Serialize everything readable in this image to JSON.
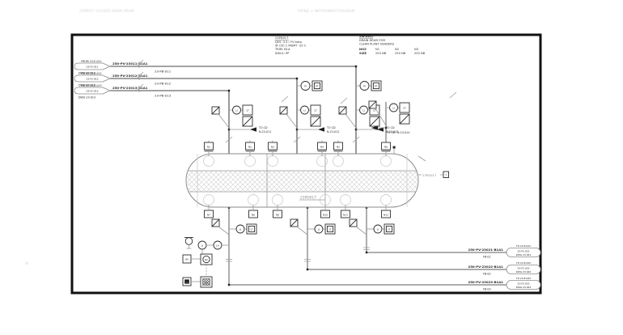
{
  "colors": {
    "paper": "#ffffff",
    "frame": "#111111",
    "pipe": "#474747",
    "vessel_outline": "#8a8a8a",
    "hatch": "#cfcfcf"
  },
  "ghost": {
    "left": "23PD017  CLOSED DRAIN DRUM",
    "center": "PIPING + INSTRUMENT DIAGRAM",
    "side": "W"
  },
  "notes": {
    "block1": {
      "lines": [
        "23PD017",
        "DES: 3.5 / FV barg",
        "@ 150 C  MDMT -29 C",
        "TRIM: B1A",
        "INSUL: PP"
      ]
    },
    "block2": {
      "title": "23PD017",
      "sub1": "DRAIN DRUM FOR",
      "sub2": "CLEAN PLANT HEADERS",
      "table": [
        [
          "NOZ",
          "N1",
          "N2",
          "N3"
        ],
        [
          "SIZE",
          "250 NB",
          "250 NB",
          "250 NB"
        ]
      ]
    }
  },
  "inlets": [
    {
      "above": "FROM 23-E-011",
      "flag": "23-FC-011",
      "below": "DWG 23-011",
      "line_no": "250-PV-23011-B1A1",
      "cls": "23-PB-011"
    },
    {
      "above": "FROM 23-E-012",
      "flag": "23-FC-012",
      "below": "DWG 23-012",
      "line_no": "250-PV-23012-B1A1",
      "cls": "23-PB-012"
    },
    {
      "above": "FROM 23-E-013",
      "flag": "23-FC-013",
      "below": "DWG 23-013",
      "line_no": "250-PV-23013-B1A1",
      "cls": "23-PB-013"
    }
  ],
  "outlets": [
    {
      "above": "TO 23-E-021",
      "flag1": "23-FC-021",
      "flag2": "DWG 23-021",
      "line_no": "250-PV-23021-B1A1",
      "below": "FB-01"
    },
    {
      "above": "TO 23-E-022",
      "flag1": "23-FC-022",
      "flag2": "DWG 23-022",
      "line_no": "250-PV-23022-B1A1",
      "below": "FB-02"
    },
    {
      "above": "TO 23-E-023",
      "flag1": "23-FC-023",
      "flag2": "DWG 23-023",
      "line_no": "250-PV-23023-B1A1",
      "below": "FB-03"
    }
  ],
  "top_pairs": [
    {
      "circle": "PI",
      "box": "PT"
    },
    {
      "circle": "PI",
      "box": "PT"
    }
  ],
  "top_clusters": [
    {
      "circle": "LI",
      "box": "LT",
      "box2": "LG",
      "to1": "TO CD",
      "to2": "N-23-011"
    },
    {
      "circle": "LI",
      "box": "LT",
      "box2": "LG",
      "to1": "TO CD",
      "to2": "N-23-012"
    },
    {
      "circle": "LI",
      "box": "LT",
      "box2": "LG",
      "to1": "TO CD",
      "to2": "N-23-013"
    },
    {
      "circle": "LI",
      "box": "LT",
      "box2": "LG",
      "to1": "TO CD",
      "to2": "N-23-014"
    }
  ],
  "bottom_clusters": [
    {
      "circle": "LI",
      "box": "LT"
    },
    {
      "circle": "LI",
      "box": "LT"
    },
    {
      "circle": "LI",
      "box": "LT"
    }
  ],
  "nozzles_top": [
    "N1",
    "N2",
    "N3",
    "N4",
    "N5",
    "N6"
  ],
  "nozzles_bottom": [
    "N7",
    "N8",
    "N9",
    "N10",
    "N11",
    "N12"
  ],
  "vessel": {
    "tag": "23PD017",
    "callout": "23PV017",
    "callout_box": "T"
  },
  "dcs": {
    "c1": "LI",
    "c2": "LA",
    "s1": "HS",
    "b1": "LIC",
    "s2": "I",
    "b2": "UA"
  }
}
